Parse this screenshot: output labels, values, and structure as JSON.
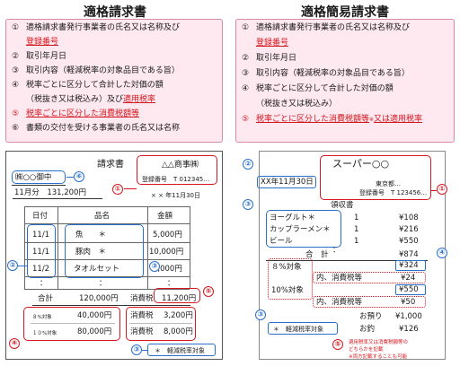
{
  "left": {
    "title": "適格請求書",
    "requirements": [
      {
        "num": "①",
        "text": "適格請求書発行事業者の氏名又は名称及び"
      },
      {
        "num": "",
        "text": "登録番号"
      },
      {
        "num": "②",
        "text": "取引年月日"
      },
      {
        "num": "③",
        "text": "取引内容（軽減税率の対象品目である旨）"
      },
      {
        "num": "④",
        "text": "税率ごとに区分して合計した対価の額"
      },
      {
        "num": "",
        "text_a": "（税抜き又は税込み）及び",
        "text_b": "適用税率"
      },
      {
        "num": "⑤",
        "text": "税率ごとに区分した消費税額等"
      },
      {
        "num": "⑥",
        "text": "書類の交付を受ける事業者の氏名又は名称"
      }
    ],
    "invoice": {
      "heading": "請求書",
      "customer": "㈱○○御中",
      "company": "△△商事㈱",
      "reg": "登録番号　T 012345…",
      "period": "11月分　131,200円",
      "date": "× × 年11月30日",
      "headers": [
        "日付",
        "品名",
        "金額"
      ],
      "rows": [
        {
          "date": "11/1",
          "item": "魚　　＊",
          "amount": "5,000円"
        },
        {
          "date": "11/1",
          "item": "豚肉　＊",
          "amount": "10,000円"
        },
        {
          "date": "11/2",
          "item": "タオルセット",
          "amount": "2,000円"
        }
      ],
      "dots": "：",
      "total_label": "合計",
      "total_value": "120,000円",
      "tax_label": "消費税",
      "tax_value": "11,200円",
      "r8_label": "８%対象",
      "r8_value": "40,000円",
      "r10_label": "１０%対象",
      "r10_value": "80,000円",
      "tax2_label": "消費税",
      "tax8": "3,200円",
      "tax10": "8,000円",
      "note": "＊　軽減税率対象"
    }
  },
  "right": {
    "title": "適格簡易請求書",
    "requirements": [
      {
        "num": "①",
        "text": "適格請求書発行事業者の氏名又は名称及び"
      },
      {
        "num": "",
        "text": "登録番号"
      },
      {
        "num": "②",
        "text": "取引年月日"
      },
      {
        "num": "③",
        "text": "取引内容（軽減税率の対象品目である旨）"
      },
      {
        "num": "④",
        "text": "税率ごとに区分して合計した対価の額"
      },
      {
        "num": "",
        "text": "（税抜き又は税込み）"
      },
      {
        "num": "⑤",
        "text_a": "税率ごとに区分した消費税額等",
        "text_mark": "※",
        "text_b": "又は適用税率"
      }
    ],
    "receipt": {
      "date": "XX年11月30日",
      "store": "スーパー○○",
      "address": "東京都…",
      "reg": "登録番号　T 123456…",
      "heading": "領収書",
      "items": [
        {
          "name": "ヨーグルト＊",
          "qty": "1",
          "price": "¥108"
        },
        {
          "name": "カップラーメン＊",
          "qty": "1",
          "price": "¥216"
        },
        {
          "name": "ビール",
          "qty": "1",
          "price": "¥550"
        }
      ],
      "dots": "：",
      "total_label": "合　計",
      "total_value": "¥874",
      "r8_label": "８%対象",
      "r8_value": "¥324",
      "r8_tax_label": "内、消費税等",
      "r8_tax": "¥24",
      "r10_label": "10%対象",
      "r10_value": "¥550",
      "r10_tax_label": "内、消費税等",
      "r10_tax": "¥50",
      "paid_label": "お預り",
      "paid": "¥1,000",
      "change_label": "お釣",
      "change": "¥126",
      "note": "＊　軽減税率対象",
      "footnote": [
        "適用税率又は消費税額等の",
        "どちらかを記載",
        "※両方記載することも可能"
      ]
    }
  },
  "colors": {
    "red": "#d6171f",
    "blue": "#2a6fc9",
    "pink": "#fde9ef"
  }
}
